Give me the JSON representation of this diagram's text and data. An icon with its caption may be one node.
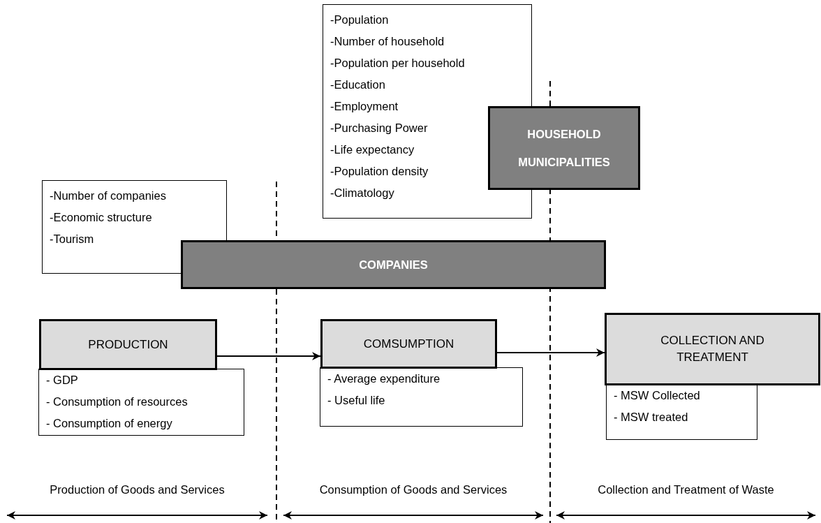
{
  "diagram": {
    "nodes": [
      {
        "text": [
          "-Population",
          "-Number of household",
          "-Population per household",
          "-Education",
          "-Employment",
          "-Purchasing Power",
          "-Life expectancy",
          "-Population density",
          "-Climatology"
        ]
      },
      {
        "text": [
          "HOUSEHOLD",
          "MUNICIPALITIES"
        ]
      },
      {
        "text": [
          "-Number of companies",
          "-Economic structure",
          "-Tourism"
        ]
      },
      {
        "text": [
          "COMPANIES"
        ]
      },
      {
        "text": [
          "PRODUCTION"
        ]
      },
      {
        "text": [
          "- GDP",
          "- Consumption of resources",
          "- Consumption of energy"
        ]
      },
      {
        "text": [
          "COMSUMPTION"
        ]
      },
      {
        "text": [
          "- Average expenditure",
          "- Useful life"
        ]
      },
      {
        "text": [
          "COLLECTION AND TREATMENT"
        ]
      },
      {
        "text": [
          "- MSW Collected",
          "- MSW treated"
        ]
      }
    ],
    "edges": [
      {
        "from": 4,
        "to": 6,
        "arrow": "to"
      },
      {
        "from": 6,
        "to": 8,
        "arrow": "to"
      }
    ],
    "labels": [
      "Production of Goods and Services",
      "Consumption of Goods and Services",
      "Collection and Treatment of Waste"
    ]
  }
}
